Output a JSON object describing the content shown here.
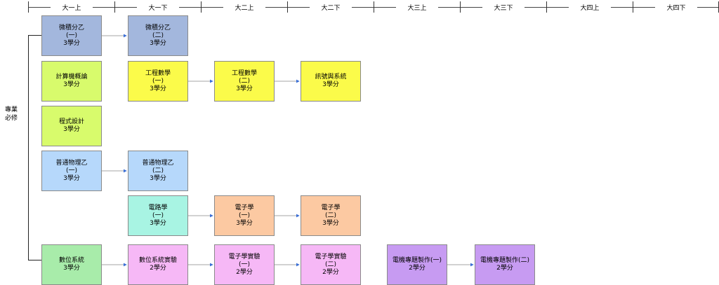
{
  "semesters": [
    "大一上",
    "大一下",
    "大二上",
    "大二下",
    "大三上",
    "大三下",
    "大四上",
    "大四下"
  ],
  "side_label": [
    "專業",
    "必修"
  ],
  "courses": {
    "calc1": {
      "lines": [
        "微積分乙",
        "(一)",
        "3學分"
      ],
      "color": "#a3b7dd"
    },
    "calc2": {
      "lines": [
        "微積分乙",
        "(二)",
        "3學分"
      ],
      "color": "#a3b7dd"
    },
    "intro": {
      "lines": [
        "計算機概論",
        "3學分"
      ],
      "color": "#d8fb6c"
    },
    "em1": {
      "lines": [
        "工程數學",
        "(一)",
        "3學分"
      ],
      "color": "#fbfb4a"
    },
    "em2": {
      "lines": [
        "工程數學",
        "(二)",
        "3學分"
      ],
      "color": "#fbfb4a"
    },
    "signal": {
      "lines": [
        "訊號與系統",
        "3學分"
      ],
      "color": "#fbfb4a"
    },
    "prog": {
      "lines": [
        "程式設計",
        "3學分"
      ],
      "color": "#d8fb6c"
    },
    "phys1": {
      "lines": [
        "普通物理乙",
        "(一)",
        "3學分"
      ],
      "color": "#b6d8fb"
    },
    "phys2": {
      "lines": [
        "普通物理乙",
        "(二)",
        "3學分"
      ],
      "color": "#b6d8fb"
    },
    "circ1": {
      "lines": [
        "電路學",
        "(一)",
        "3學分"
      ],
      "color": "#a8f4e3"
    },
    "elec1": {
      "lines": [
        "電子學",
        "(一)",
        "3學分"
      ],
      "color": "#fcc9a2"
    },
    "elec2": {
      "lines": [
        "電子學",
        "(二)",
        "3學分"
      ],
      "color": "#fcc9a2"
    },
    "digital": {
      "lines": [
        "數位系統",
        "3學分"
      ],
      "color": "#a8ecaa"
    },
    "diglab": {
      "lines": [
        "數位系統實驗",
        "2學分"
      ],
      "color": "#f6b8f6"
    },
    "elab1": {
      "lines": [
        "電子學實驗",
        "(一)",
        "2學分"
      ],
      "color": "#f6b8f6"
    },
    "elab2": {
      "lines": [
        "電子學實驗",
        "(二)",
        "2學分"
      ],
      "color": "#f6b8f6"
    },
    "proj1": {
      "lines": [
        "電機專題製作(一)",
        "2學分"
      ],
      "color": "#c79bf2"
    },
    "proj2": {
      "lines": [
        "電機專題製作(二)",
        "2學分"
      ],
      "color": "#c79bf2"
    }
  }
}
